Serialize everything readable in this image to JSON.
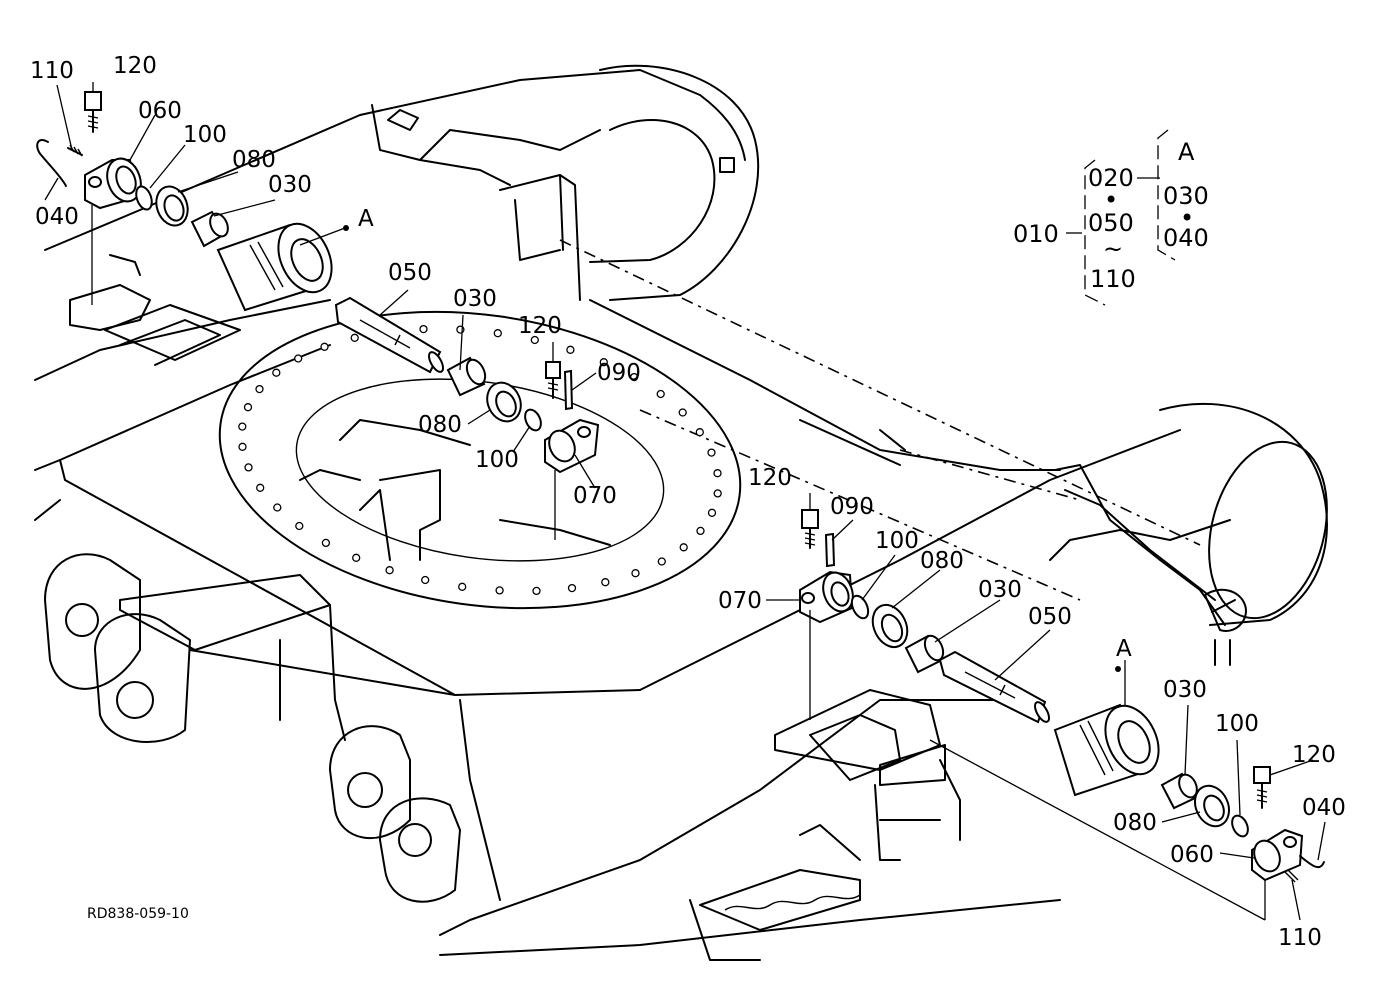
{
  "drawing_id": "RD838-059-10",
  "callouts": [
    {
      "id": "c1",
      "text": "110"
    },
    {
      "id": "c2",
      "text": "120"
    },
    {
      "id": "c3",
      "text": "060"
    },
    {
      "id": "c4",
      "text": "100"
    },
    {
      "id": "c5",
      "text": "080"
    },
    {
      "id": "c6",
      "text": "030"
    },
    {
      "id": "c7",
      "text": "040"
    },
    {
      "id": "c8",
      "text": "A"
    },
    {
      "id": "c9",
      "text": "050"
    },
    {
      "id": "c10",
      "text": "030"
    },
    {
      "id": "c11",
      "text": "120"
    },
    {
      "id": "c12",
      "text": "090"
    },
    {
      "id": "c13",
      "text": "080"
    },
    {
      "id": "c14",
      "text": "100"
    },
    {
      "id": "c15",
      "text": "070"
    },
    {
      "id": "c16",
      "text": "120"
    },
    {
      "id": "c17",
      "text": "090"
    },
    {
      "id": "c18",
      "text": "100"
    },
    {
      "id": "c19",
      "text": "080"
    },
    {
      "id": "c20",
      "text": "030"
    },
    {
      "id": "c21",
      "text": "070"
    },
    {
      "id": "c22",
      "text": "050"
    },
    {
      "id": "c23",
      "text": "A"
    },
    {
      "id": "c24",
      "text": "030"
    },
    {
      "id": "c25",
      "text": "100"
    },
    {
      "id": "c26",
      "text": "120"
    },
    {
      "id": "c27",
      "text": "040"
    },
    {
      "id": "c28",
      "text": "080"
    },
    {
      "id": "c29",
      "text": "060"
    },
    {
      "id": "c30",
      "text": "110"
    }
  ],
  "assembly_legend": {
    "root": "010",
    "items": [
      "020",
      "050",
      "110"
    ],
    "separators": [
      "•",
      "~"
    ],
    "group_label": "A",
    "group_items": [
      "030",
      "040"
    ],
    "group_separator": "•"
  }
}
